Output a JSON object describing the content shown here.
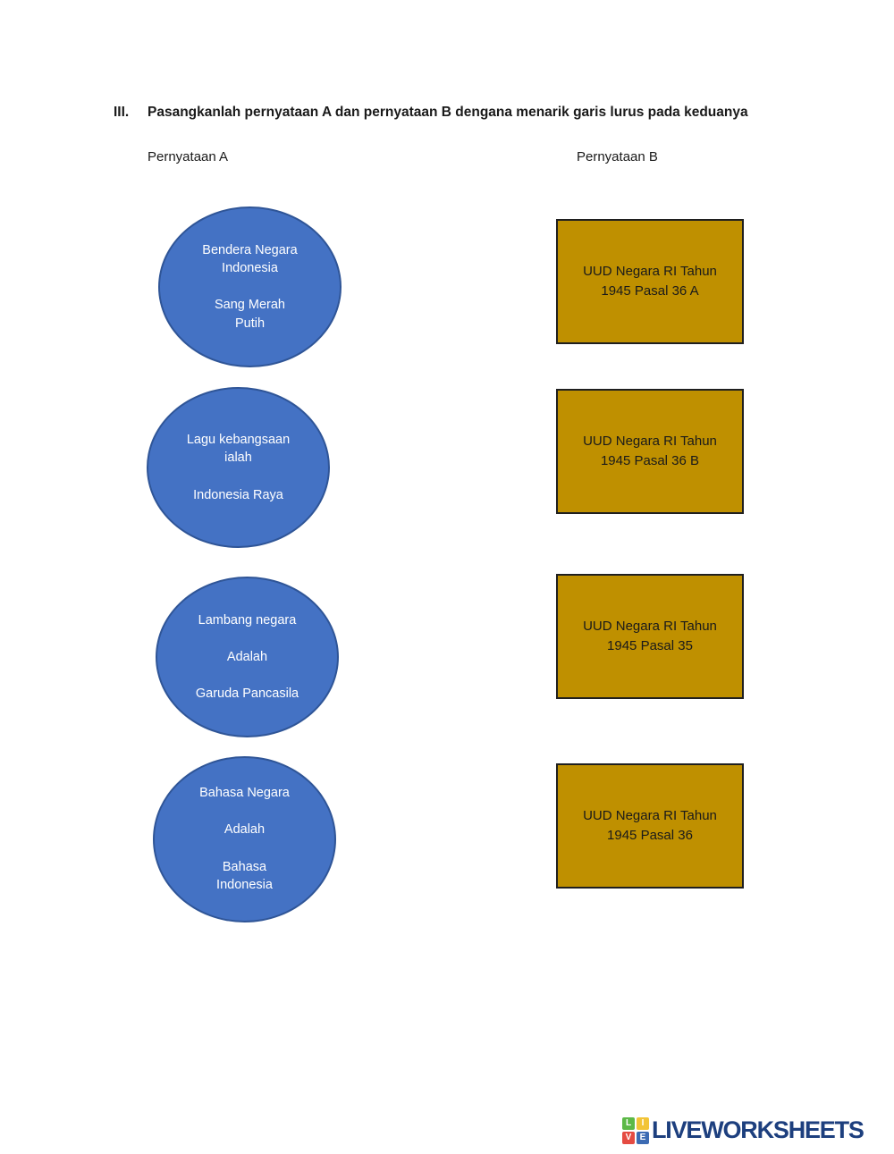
{
  "page": {
    "section_number": "III.",
    "instruction": "Pasangkanlah pernyataan A dan pernyataan B dengana menarik garis lurus pada keduanya",
    "column_a_label": "Pernyataan A",
    "column_b_label": "Pernyataan B"
  },
  "colors": {
    "ellipse_fill": "#4472C4",
    "ellipse_border": "#2F5597",
    "ellipse_text": "#FFFFFF",
    "rect_fill": "#BF9000",
    "rect_border": "#1F1F1F",
    "rect_text": "#1A1A1A",
    "logo_text": "#1D3F7E"
  },
  "statements_a": [
    {
      "lines": [
        "Bendera Negara",
        "Indonesia",
        "",
        "Sang Merah",
        "Putih"
      ]
    },
    {
      "lines": [
        "Lagu kebangsaan",
        "ialah",
        "",
        "Indonesia Raya"
      ]
    },
    {
      "lines": [
        "Lambang negara",
        "",
        "Adalah",
        "",
        "Garuda Pancasila"
      ]
    },
    {
      "lines": [
        "Bahasa Negara",
        "",
        "Adalah",
        "",
        "Bahasa",
        "Indonesia"
      ]
    }
  ],
  "statements_b": [
    {
      "lines": [
        "UUD Negara RI Tahun",
        "1945 Pasal 36 A"
      ]
    },
    {
      "lines": [
        "UUD Negara RI Tahun",
        "1945 Pasal 36 B"
      ]
    },
    {
      "lines": [
        "UUD Negara RI Tahun",
        "1945 Pasal 35"
      ]
    },
    {
      "lines": [
        "UUD Negara RI Tahun",
        "1945 Pasal 36"
      ]
    }
  ],
  "footer": {
    "logo_text": "LIVEWORKSHEETS",
    "logo_tiles": [
      {
        "letter": "L",
        "color": "#5CB947"
      },
      {
        "letter": "I",
        "color": "#F2C437"
      },
      {
        "letter": "V",
        "color": "#E54B42"
      },
      {
        "letter": "E",
        "color": "#3C6BB3"
      }
    ]
  }
}
